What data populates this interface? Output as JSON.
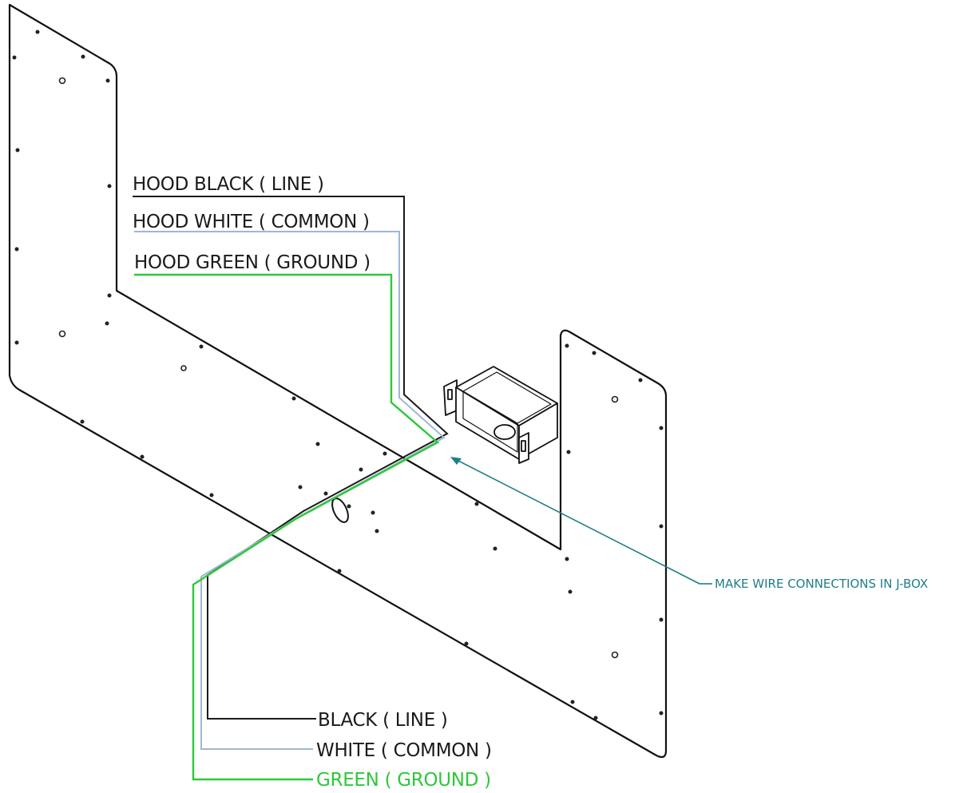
{
  "labels": {
    "hood_black": "HOOD BLACK ( LINE )",
    "hood_white": "HOOD WHITE ( COMMON )",
    "hood_green": "HOOD GREEN ( GROUND )",
    "black": "BLACK ( LINE )",
    "white": "WHITE ( COMMON )",
    "green": "GREEN ( GROUND )",
    "callout": "MAKE WIRE CONNECTIONS IN J-BOX"
  },
  "colors": {
    "line_black": "#1a1a1a",
    "wire_white": "#9fb7d4",
    "wire_green": "#2ec83a",
    "callout_teal": "#1f7f86"
  }
}
